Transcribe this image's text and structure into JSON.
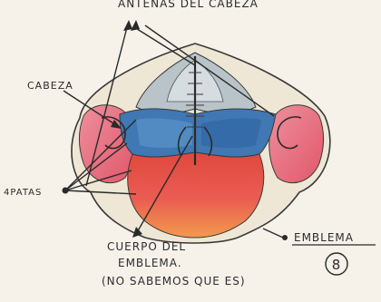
{
  "labels": {
    "top": "ANTENAS DEL CABEZA",
    "head": "CABEZA",
    "legs": "4PATAS",
    "body_line1": "CUERPO DEL",
    "body_line2": "EMBLEMA.",
    "body_line3": "(NO SABEMOS QUE ES)",
    "emblem": "EMBLEMA",
    "number": "8"
  },
  "colors": {
    "paper": "#f6f2ea",
    "ink": "#2b2b2b",
    "pink": "#e8788a",
    "red": "#e0473f",
    "orange": "#f07a3c",
    "blue": "#3f78b3",
    "grey": "#b8c4c8",
    "cream": "#efe7d5"
  }
}
